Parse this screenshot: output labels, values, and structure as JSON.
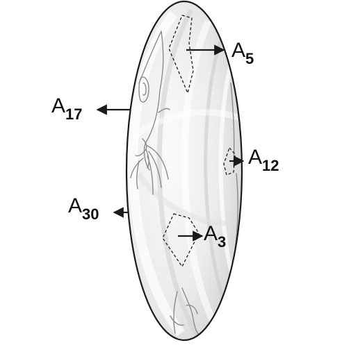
{
  "diagram": {
    "colors": {
      "outline": "#1a1a1a",
      "sketch": "#8a8a8a",
      "surface_light": "#fafafa",
      "surface_shade": "#cfcfcf"
    },
    "labels": [
      {
        "id": "a5",
        "letter": "A",
        "subscript": "5"
      },
      {
        "id": "a17",
        "letter": "A",
        "subscript": "17"
      },
      {
        "id": "a12",
        "letter": "A",
        "subscript": "12"
      },
      {
        "id": "a30",
        "letter": "A",
        "subscript": "30"
      },
      {
        "id": "a3",
        "letter": "A",
        "subscript": "3"
      }
    ]
  }
}
